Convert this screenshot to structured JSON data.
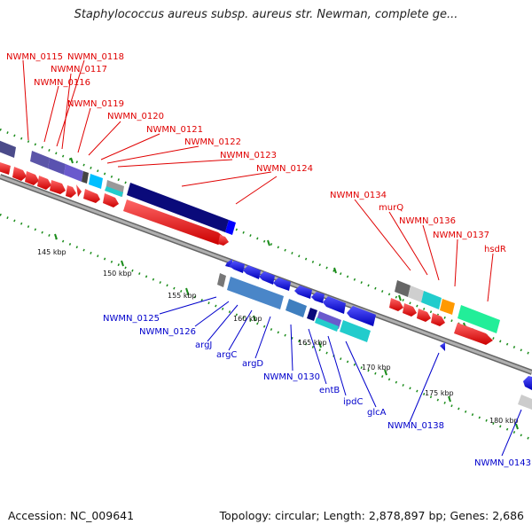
{
  "title": "Staphylococcus aureus subsp. aureus str. Newman, complete ge...",
  "footer": {
    "accession": "Accession: NC_009641",
    "summary": "Topology: circular; Length: 2,878,897 bp; Genes: 2,686"
  },
  "kbp_labels": [
    "145 kbp",
    "150 kbp",
    "155 kbp",
    "160 kbp",
    "165 kbp",
    "170 kbp",
    "175 kbp",
    "180 kbp"
  ],
  "top_labels": [
    "NWMN_0115",
    "NWMN_0118",
    "NWMN_0117",
    "NWMN_0116",
    "NWMN_0119",
    "NWMN_0120",
    "NWMN_0121",
    "NWMN_0122",
    "NWMN_0123",
    "NWMN_0124",
    "NWMN_0134",
    "murQ",
    "NWMN_0136",
    "NWMN_0137",
    "hsdR"
  ],
  "bottom_labels": [
    "NWMN_0125",
    "NWMN_0126",
    "argJ",
    "argC",
    "argD",
    "NWMN_0130",
    "entB",
    "ipdC",
    "glcA",
    "NWMN_0138",
    "NWMN_0143"
  ],
  "colors": {
    "forward_strand": "#ff0000",
    "reverse_strand": "#0000ff",
    "backbone": "#999999",
    "ticks": "#1a8c1a",
    "cog_navy": "#0a0a7a",
    "cog_purple": "#6a5acd",
    "cog_teal": "#22cccc",
    "cog_green": "#22ee99",
    "cog_gray": "#888888",
    "cog_steelblue": "#4a86c8",
    "cog_orange": "#ff9900"
  }
}
